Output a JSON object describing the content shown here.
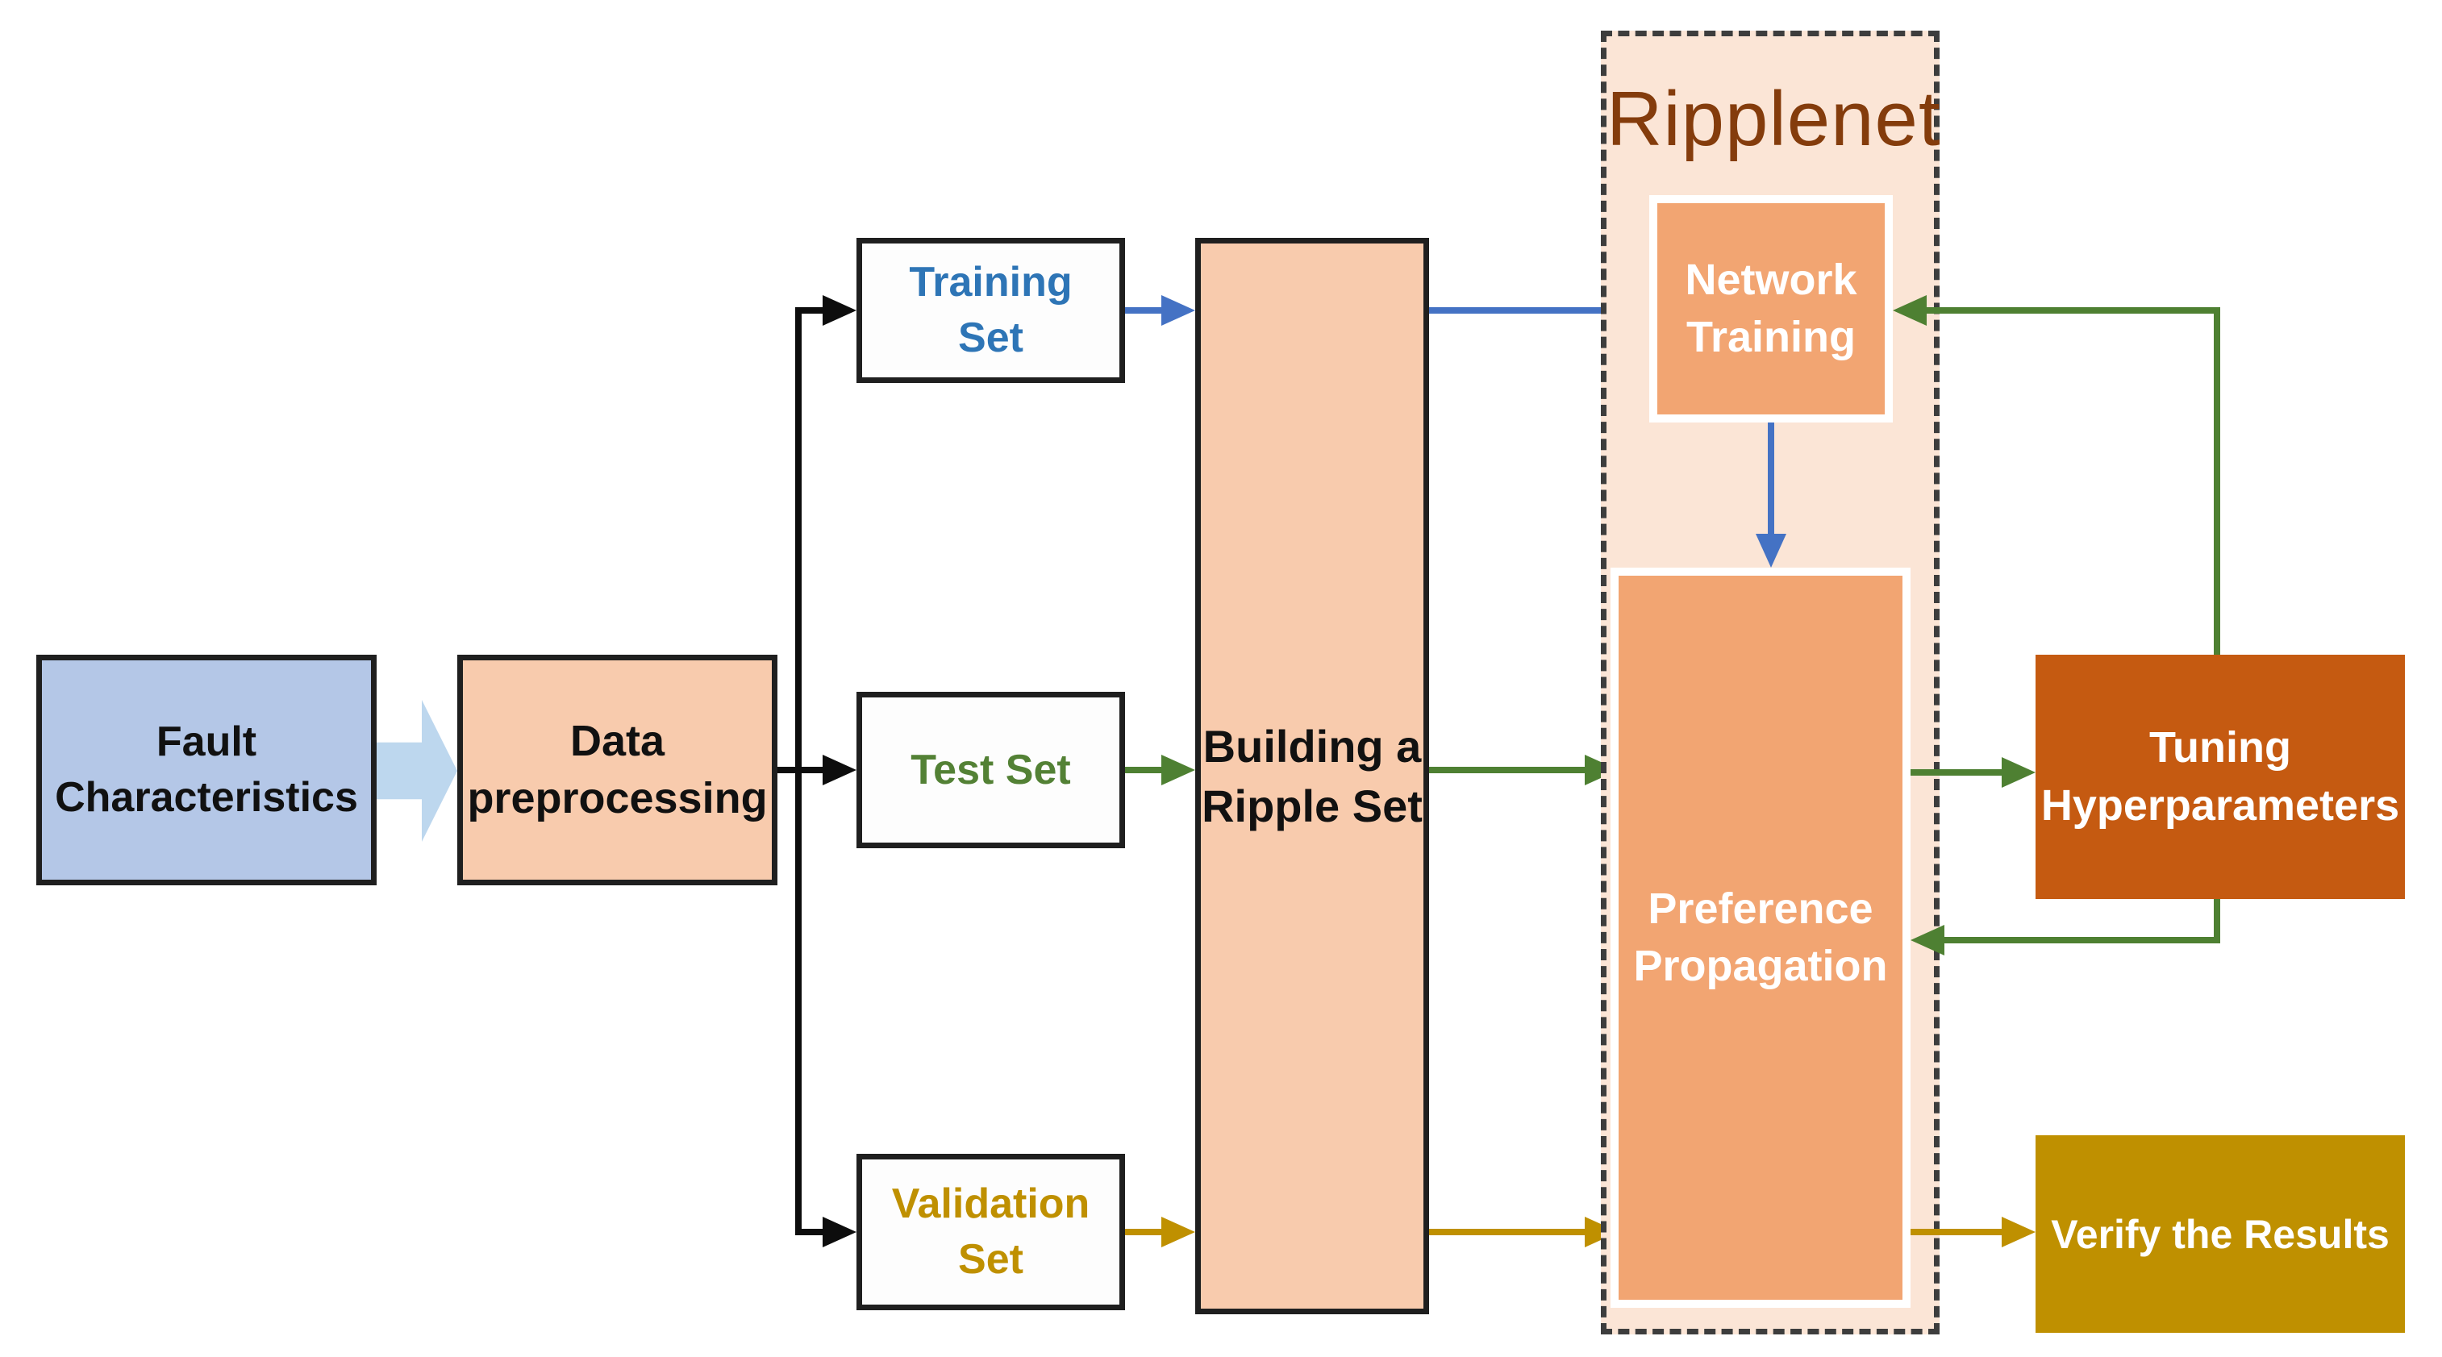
{
  "diagram_title": "Ripplenet fault-diagnosis training pipeline",
  "nodes": {
    "fault_characteristics": {
      "line1": "Fault",
      "line2": "Characteristics"
    },
    "data_preprocessing": {
      "line1": "Data",
      "line2": "preprocessing"
    },
    "training_set": {
      "line1": "Training",
      "line2": "Set"
    },
    "test_set": {
      "line1": "Test Set"
    },
    "validation_set": {
      "line1": "Validation",
      "line2": "Set"
    },
    "building_ripple_set": {
      "line1": "Building a",
      "line2": "Ripple Set"
    },
    "ripplenet": {
      "title": "Ripplenet"
    },
    "network_training": {
      "line1": "Network",
      "line2": "Training"
    },
    "preference_propagation": {
      "line1": "Preference",
      "line2": "Propagation"
    },
    "tuning_hyperparameters": {
      "line1": "Tuning",
      "line2": "Hyperparameters"
    },
    "verify_results": {
      "line1": "Verify the Results"
    }
  },
  "flows": [
    "Fault Characteristics -> Data preprocessing",
    "Data preprocessing -> Training Set",
    "Data preprocessing -> Test Set",
    "Data preprocessing -> Validation Set",
    "Training Set -> Building a Ripple Set -> Network Training",
    "Test Set -> Building a Ripple Set -> Preference Propagation -> Tuning Hyperparameters",
    "Validation Set -> Building a Ripple Set -> Preference Propagation -> Verify the Results",
    "Network Training -> Preference Propagation",
    "Tuning Hyperparameters -> Network Training",
    "Tuning Hyperparameters -> Preference Propagation"
  ],
  "colors": {
    "background": "#ffffff",
    "box-border": "#1f1f1f",
    "dash-border": "#3d3d3d",
    "black-line": "#0d0d0d",
    "fault-fill": "#b4c7e7",
    "chevron-fill": "#bdd7ee",
    "light-orange": "#f8cbad",
    "ripplenet-fill": "#fbe5d6",
    "mid-orange": "#f2a572",
    "dark-orange": "#c55a11",
    "dark-gold": "#bf9000",
    "set-fill": "#fdfdfd",
    "white": "#ffffff",
    "blue": "#4472c4",
    "green": "#4e8032",
    "gold": "#bf9000",
    "title-color": "#843c0c",
    "training-text": "#2e75b6",
    "test-text": "#538135",
    "validation-text": "#bf9000",
    "label-text": "#111111"
  }
}
